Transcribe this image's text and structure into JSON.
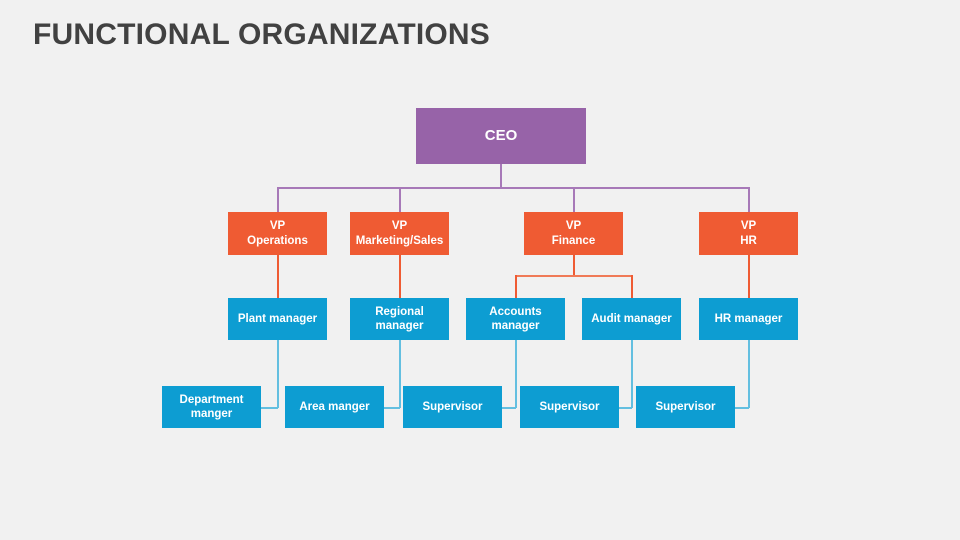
{
  "slide": {
    "title": "FUNCTIONAL ORGANIZATIONS",
    "background_color": "#f1f1f1",
    "title_color": "#414141"
  },
  "palette": {
    "ceo": "#9763a8",
    "vp": "#ef5b33",
    "manager": "#0d9dd2",
    "supervisor": "#0d9dd2",
    "connector_purple": "#a779b8",
    "connector_orange": "#ef5b33",
    "connector_blue": "#63bfe0",
    "node_text": "#ffffff"
  },
  "chart_data": {
    "type": "diagram",
    "diagram_type": "organizational-chart",
    "title": "FUNCTIONAL ORGANIZATIONS",
    "levels": [
      {
        "level": 1,
        "role": "executive",
        "nodes": [
          {
            "id": "ceo",
            "label": "CEO",
            "color": "#9763a8"
          }
        ]
      },
      {
        "level": 2,
        "role": "vice-president",
        "nodes": [
          {
            "id": "vp-operations",
            "label": "VP\nOperations",
            "line1": "VP",
            "line2": "Operations",
            "color": "#ef5b33",
            "parent": "ceo"
          },
          {
            "id": "vp-marketing-sales",
            "label": "VP\nMarketing/Sales",
            "line1": "VP",
            "line2": "Marketing/Sales",
            "color": "#ef5b33",
            "parent": "ceo"
          },
          {
            "id": "vp-finance",
            "label": "VP\nFinance",
            "line1": "VP",
            "line2": "Finance",
            "color": "#ef5b33",
            "parent": "ceo"
          },
          {
            "id": "vp-hr",
            "label": "VP\nHR",
            "line1": "VP",
            "line2": "HR",
            "color": "#ef5b33",
            "parent": "ceo"
          }
        ]
      },
      {
        "level": 3,
        "role": "manager",
        "nodes": [
          {
            "id": "plant-manager",
            "label": "Plant manager",
            "color": "#0d9dd2",
            "parent": "vp-operations"
          },
          {
            "id": "regional-manager",
            "label": "Regional manager",
            "line1": "Regional",
            "line2": "manager",
            "color": "#0d9dd2",
            "parent": "vp-marketing-sales"
          },
          {
            "id": "accounts-manager",
            "label": "Accounts manager",
            "line1": "Accounts",
            "line2": "manager",
            "color": "#0d9dd2",
            "parent": "vp-finance"
          },
          {
            "id": "audit-manager",
            "label": "Audit manager",
            "color": "#0d9dd2",
            "parent": "vp-finance"
          },
          {
            "id": "hr-manager",
            "label": "HR manager",
            "color": "#0d9dd2",
            "parent": "vp-hr"
          }
        ]
      },
      {
        "level": 4,
        "role": "subordinate",
        "nodes": [
          {
            "id": "department-manger",
            "label": "Department manger",
            "line1": "Department",
            "line2": "manger",
            "color": "#0d9dd2",
            "parent": "plant-manager"
          },
          {
            "id": "area-manger",
            "label": "Area manger",
            "color": "#0d9dd2",
            "parent": "regional-manager"
          },
          {
            "id": "supervisor-1",
            "label": "Supervisor",
            "color": "#0d9dd2",
            "parent": "accounts-manager"
          },
          {
            "id": "supervisor-2",
            "label": "Supervisor",
            "color": "#0d9dd2",
            "parent": "audit-manager"
          },
          {
            "id": "supervisor-3",
            "label": "Supervisor",
            "color": "#0d9dd2",
            "parent": "hr-manager"
          }
        ]
      }
    ]
  },
  "nodes": {
    "ceo": {
      "label": "CEO"
    },
    "vp_operations": {
      "line1": "VP",
      "line2": "Operations"
    },
    "vp_marketing": {
      "line1": "VP",
      "line2": "Marketing/Sales"
    },
    "vp_finance": {
      "line1": "VP",
      "line2": "Finance"
    },
    "vp_hr": {
      "line1": "VP",
      "line2": "HR"
    },
    "plant_manager": {
      "label": "Plant manager"
    },
    "regional_manager": {
      "line1": "Regional",
      "line2": "manager"
    },
    "accounts_manager": {
      "line1": "Accounts",
      "line2": "manager"
    },
    "audit_manager": {
      "label": "Audit manager"
    },
    "hr_manager": {
      "label": "HR manager"
    },
    "department_manger": {
      "line1": "Department",
      "line2": "manger"
    },
    "area_manger": {
      "label": "Area manger"
    },
    "supervisor_1": {
      "label": "Supervisor"
    },
    "supervisor_2": {
      "label": "Supervisor"
    },
    "supervisor_3": {
      "label": "Supervisor"
    }
  }
}
